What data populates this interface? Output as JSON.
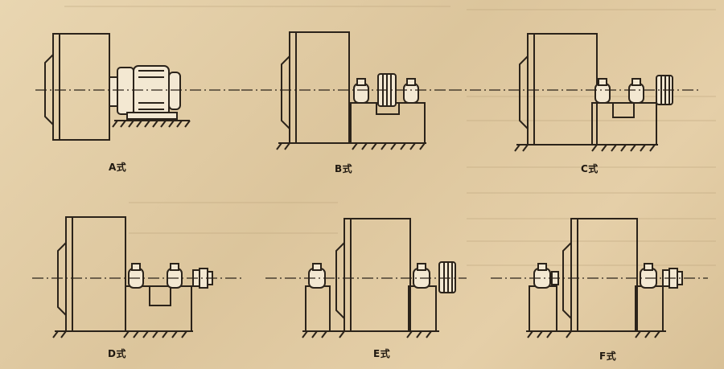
{
  "labels": {
    "a": "A式",
    "b": "B式",
    "c": "C式",
    "d": "D式",
    "e": "E式",
    "f": "F式"
  },
  "colors": {
    "ink": "#2b231a",
    "paper": "#e2cda6"
  }
}
